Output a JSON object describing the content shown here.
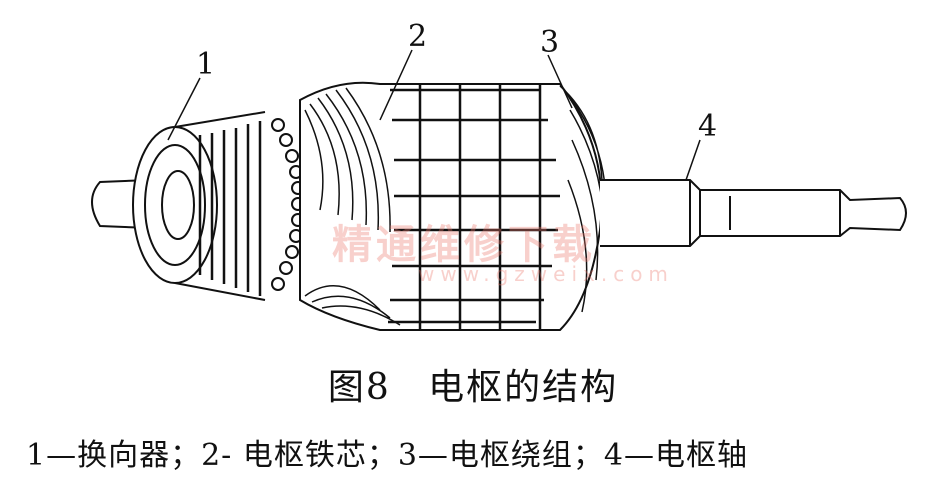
{
  "callouts": [
    "1",
    "2",
    "3",
    "4"
  ],
  "caption": {
    "figure_no": "图8",
    "title": "电枢的结构"
  },
  "legend": "1—换向器；2- 电枢铁芯；3—电枢绕组；4—电枢轴",
  "watermark": {
    "text": "精通维修下载",
    "url": "www.gzweix.com"
  }
}
